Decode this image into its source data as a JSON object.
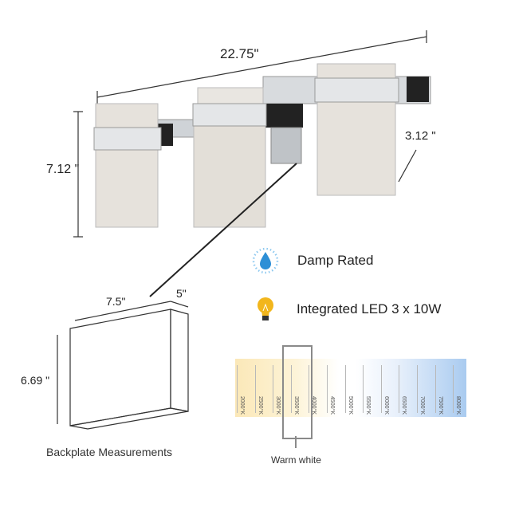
{
  "dimensions": {
    "width": "22.75\"",
    "height": "7.12 \"",
    "depth": "3.12 \""
  },
  "features": [
    {
      "icon": "water-drop-icon",
      "label": "Damp Rated",
      "color": "#3a9ad9"
    },
    {
      "icon": "led-bulb-icon",
      "label": "Integrated LED 3 x 10W",
      "color": "#f2b61c"
    }
  ],
  "backplate": {
    "width": "7.5\"",
    "depth": "5\"",
    "height": "6.69 \"",
    "caption": "Backplate Measurements"
  },
  "color_temperature": {
    "labels": [
      "2000°K",
      "2500°K",
      "3000°K",
      "3500°K",
      "4000°K",
      "4500°K",
      "5000°K",
      "5500°K",
      "6000°K",
      "6500°K",
      "7000°K",
      "7500°K",
      "8000°K"
    ],
    "selected": "3500°K",
    "selected_label": "Warm white",
    "warm_color": "#fbe8b8",
    "cool_color": "#a9cbf0"
  }
}
